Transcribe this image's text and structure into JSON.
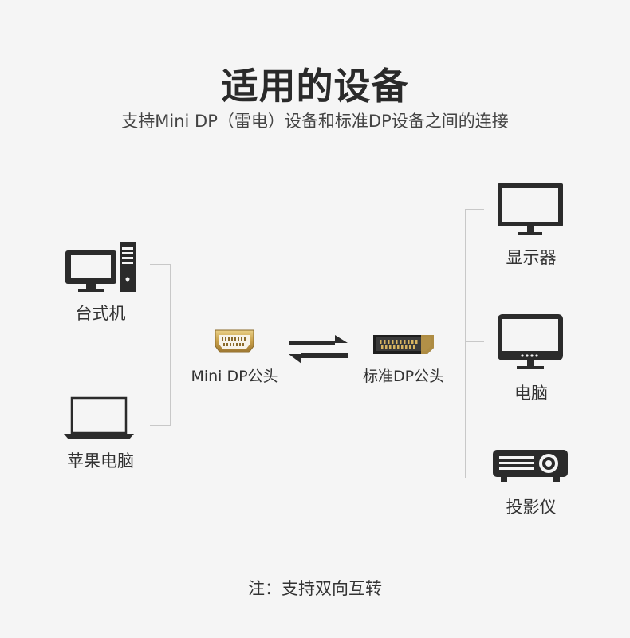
{
  "header": {
    "title": "适用的设备",
    "subtitle": "支持Mini DP（雷电）设备和标准DP设备之间的连接"
  },
  "left_devices": [
    {
      "label": "台式机",
      "icon": "desktop-computer-icon"
    },
    {
      "label": "苹果电脑",
      "icon": "laptop-icon"
    }
  ],
  "connectors": {
    "mini_dp_label": "Mini DP公头",
    "standard_dp_label": "标准DP公头",
    "arrow_icon": "bidirectional-arrows-icon"
  },
  "right_devices": [
    {
      "label": "显示器",
      "icon": "monitor-icon"
    },
    {
      "label": "电脑",
      "icon": "all-in-one-pc-icon"
    },
    {
      "label": "投影仪",
      "icon": "projector-icon"
    }
  ],
  "footer": {
    "note": "注：支持双向互转"
  },
  "colors": {
    "icon_dark": "#2b2b2b",
    "gold": "#c8a04a",
    "bracket_line": "#c8c8c8"
  }
}
